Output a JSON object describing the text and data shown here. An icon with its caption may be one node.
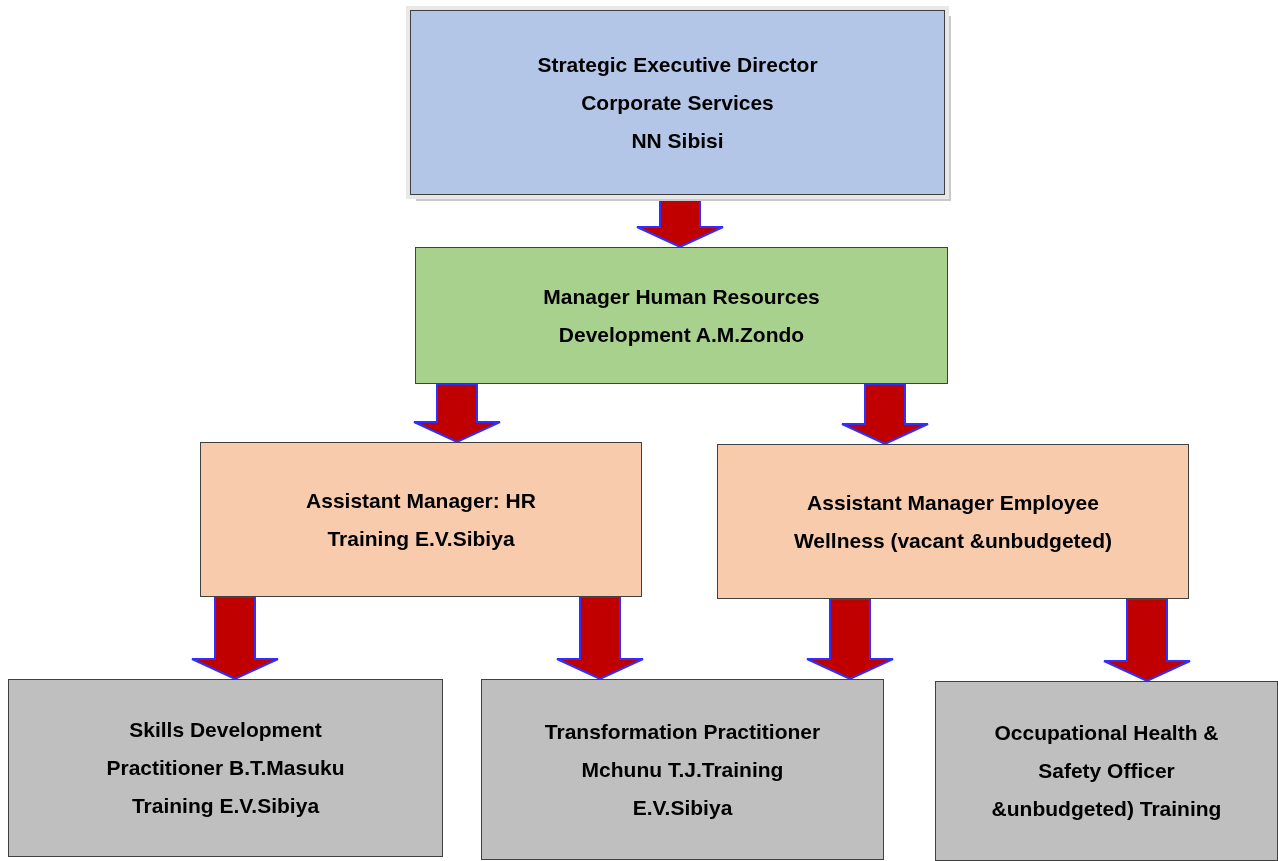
{
  "diagram": {
    "nodes": [
      {
        "text": [
          "Strategic Executive Director",
          "Corporate Services",
          "NN Sibisi"
        ]
      },
      {
        "text": [
          "Manager Human Resources Development A.M.Zondo"
        ]
      },
      {
        "text": [
          "Assistant Manager: HR Training E.V.Sibiya"
        ]
      },
      {
        "text": [
          "Assistant Manager Employee Wellness (vacant &unbudgeted)"
        ]
      },
      {
        "text": [
          "Skills Development Practitioner B.T.Masuku Training E.V.Sibiya"
        ]
      },
      {
        "text": [
          "Transformation Practitioner Mchunu T.J.Training E.V.Sibiya"
        ]
      },
      {
        "text": [
          "Occupational Health & Safety Officer &unbudgeted) Training"
        ]
      }
    ],
    "edges": [
      {
        "from": 0,
        "to": 1,
        "arrow": "to"
      },
      {
        "from": 1,
        "to": 2,
        "arrow": "to"
      },
      {
        "from": 1,
        "to": 3,
        "arrow": "to"
      },
      {
        "from": 2,
        "to": 4,
        "arrow": "to"
      },
      {
        "from": 2,
        "to": 5,
        "arrow": "to"
      },
      {
        "from": 3,
        "to": 5,
        "arrow": "to"
      },
      {
        "from": 3,
        "to": 6,
        "arrow": "to"
      }
    ]
  }
}
